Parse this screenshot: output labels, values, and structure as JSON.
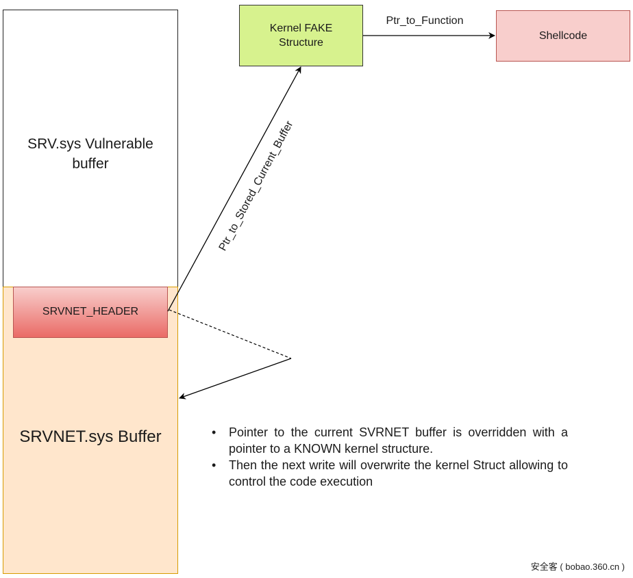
{
  "nodes": {
    "srv_vulnerable_buffer": "SRV.sys Vulnerable buffer",
    "srvnet_buffer": "SRVNET.sys Buffer",
    "srvnet_header": "SRVNET_HEADER",
    "kernel_fake_structure": "Kernel FAKE Structure",
    "shellcode": "Shellcode"
  },
  "edges": {
    "ptr_to_stored_current_buffer": "Ptr_to_Stored_Current_Buffer",
    "ptr_to_function": "Ptr_to_Function"
  },
  "notes": [
    "Pointer to the current SVRNET buffer is overridden with a pointer to a KNOWN kernel structure.",
    "Then the next write will overwrite the kernel Struct allowing to control the code execution"
  ],
  "watermark": "安全客 ( bobao.360.cn )",
  "colors": {
    "srvnet_buffer_fill": "#ffe6cc",
    "srvnet_buffer_border": "#d79b00",
    "header_fill": "#ea6b66",
    "fake_structure_fill": "#d7f28e",
    "shellcode_fill": "#f8cecc"
  }
}
